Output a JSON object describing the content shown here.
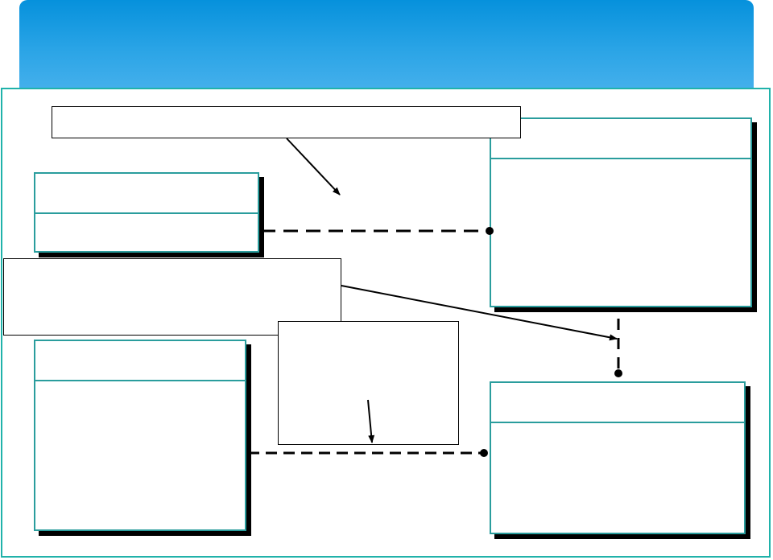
{
  "header": {
    "title": ""
  },
  "entities": [
    {
      "id": "top-left",
      "name": "",
      "attributes": ""
    },
    {
      "id": "top-right",
      "name": "",
      "attributes": ""
    },
    {
      "id": "bottom-left",
      "name": "",
      "attributes": ""
    },
    {
      "id": "bottom-right",
      "name": "",
      "attributes": ""
    }
  ],
  "callouts": [
    {
      "id": "top",
      "text": ""
    },
    {
      "id": "middle",
      "text": ""
    },
    {
      "id": "center",
      "text": ""
    }
  ],
  "colors": {
    "banner_top": "#0691dc",
    "banner_bottom": "#45b0ec",
    "frame_border": "#20b2aa",
    "entity_border": "#2a9d9d",
    "line": "#000000"
  }
}
